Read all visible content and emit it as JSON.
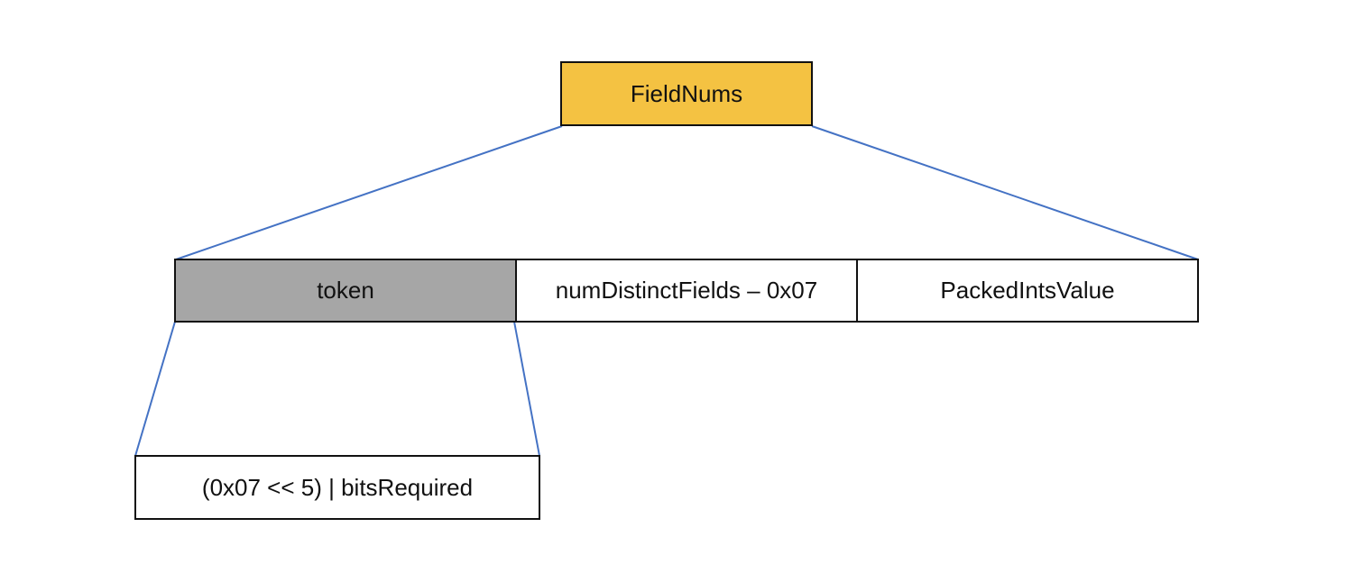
{
  "colors": {
    "root_fill": "#F4C242",
    "token_fill": "#A6A6A6",
    "plain_fill": "#FFFFFF",
    "border": "#111111",
    "connector": "#4472C4"
  },
  "root": {
    "label": "FieldNums"
  },
  "fields": [
    {
      "label": "token"
    },
    {
      "label": "numDistinctFields – 0x07"
    },
    {
      "label": "PackedIntsValue"
    }
  ],
  "token_detail": {
    "label": "(0x07 << 5) | bitsRequired"
  }
}
